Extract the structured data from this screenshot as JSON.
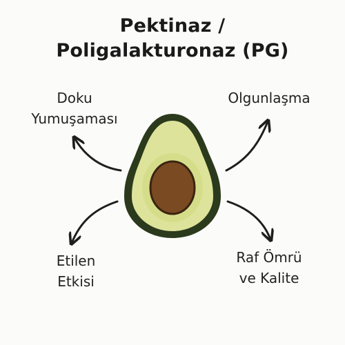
{
  "title": {
    "line1": "Pektinaz /",
    "line2": "Poligalakturonaz (PG)"
  },
  "labels": {
    "texture": {
      "line1": "Doku",
      "line2": "Yumuşaması"
    },
    "ripening": {
      "line1": "Olgunlaşma"
    },
    "ethylene": {
      "line1": "Etilen",
      "line2": "Etkisi"
    },
    "shelf_life": {
      "line1": "Raf Ömrü",
      "line2": "ve Kalite"
    }
  },
  "colors": {
    "avocado_skin": "#2b3a1c",
    "avocado_flesh": "#dde39a",
    "avocado_flesh_inner": "#cfd87e",
    "avocado_seed": "#7a4a22",
    "arrow": "#1e1e1e"
  },
  "icons": {
    "center": "avocado-half-icon",
    "arrows": [
      "arrow-up-left-icon",
      "arrow-up-right-icon",
      "arrow-down-left-icon",
      "arrow-down-right-icon"
    ]
  }
}
